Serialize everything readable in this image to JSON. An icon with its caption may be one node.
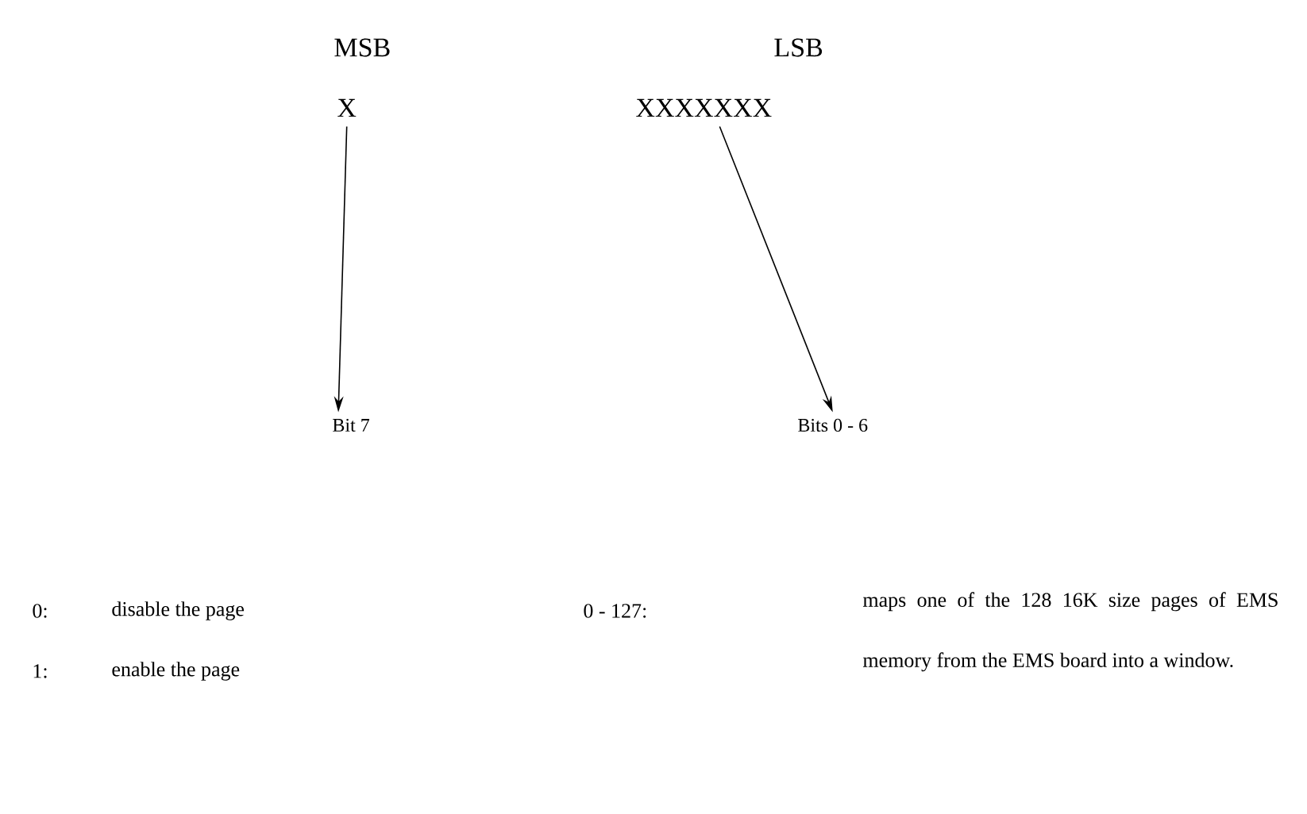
{
  "diagram": {
    "nodes": [
      {
        "text": [
          "X"
        ]
      },
      {
        "text": [
          "XXXXXXX"
        ]
      },
      {
        "text": [
          "Bit 7"
        ]
      },
      {
        "text": [
          "Bits 0 - 6"
        ]
      }
    ],
    "edges": [
      {
        "from": 0,
        "to": 2,
        "arrow": "to"
      },
      {
        "from": 1,
        "to": 3,
        "arrow": "to"
      }
    ],
    "labels": [
      "MSB",
      "LSB",
      "0:",
      "disable the page",
      "0 - 127:",
      "maps one of the 128 16K size pages of EMS memory from the EMS board into a window.",
      "1:",
      "enable the page"
    ]
  }
}
